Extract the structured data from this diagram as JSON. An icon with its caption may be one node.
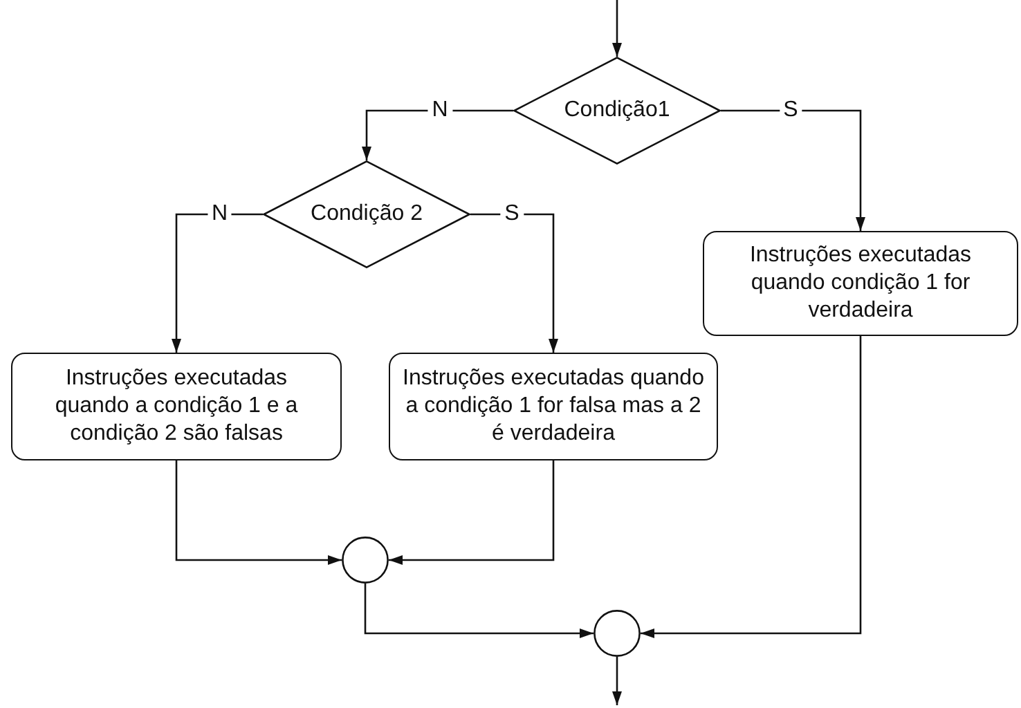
{
  "diagram": {
    "nodes": [
      {
        "text": [
          "Condição1"
        ]
      },
      {
        "text": [
          "Condição 2"
        ]
      },
      {
        "text": [
          "Instruções executadas quando condição 1 for verdadeira"
        ]
      },
      {
        "text": [
          "Instruções executadas quando a condição 1 e a condição 2 são falsas"
        ]
      },
      {
        "text": [
          "Instruções executadas quando a condição 1 for falsa mas a 2 é verdadeira"
        ]
      },
      {
        "text": [],
        "shape": "circle"
      },
      {
        "text": [],
        "shape": "circle"
      }
    ],
    "edges": [
      {
        "from": null,
        "to": 0,
        "arrow": "to"
      },
      {
        "from": 0,
        "to": 1,
        "label": "N",
        "arrow": "to"
      },
      {
        "from": 0,
        "to": 2,
        "label": "S",
        "arrow": "to"
      },
      {
        "from": 1,
        "to": 3,
        "label": "N",
        "arrow": "to"
      },
      {
        "from": 1,
        "to": 4,
        "label": "S",
        "arrow": "to"
      },
      {
        "from": 3,
        "to": 5,
        "arrow": "to"
      },
      {
        "from": 4,
        "to": 5,
        "arrow": "to"
      },
      {
        "from": 5,
        "to": 6,
        "arrow": "to"
      },
      {
        "from": 2,
        "to": 6,
        "arrow": "to"
      },
      {
        "from": 6,
        "to": null,
        "arrow": "to"
      }
    ]
  }
}
